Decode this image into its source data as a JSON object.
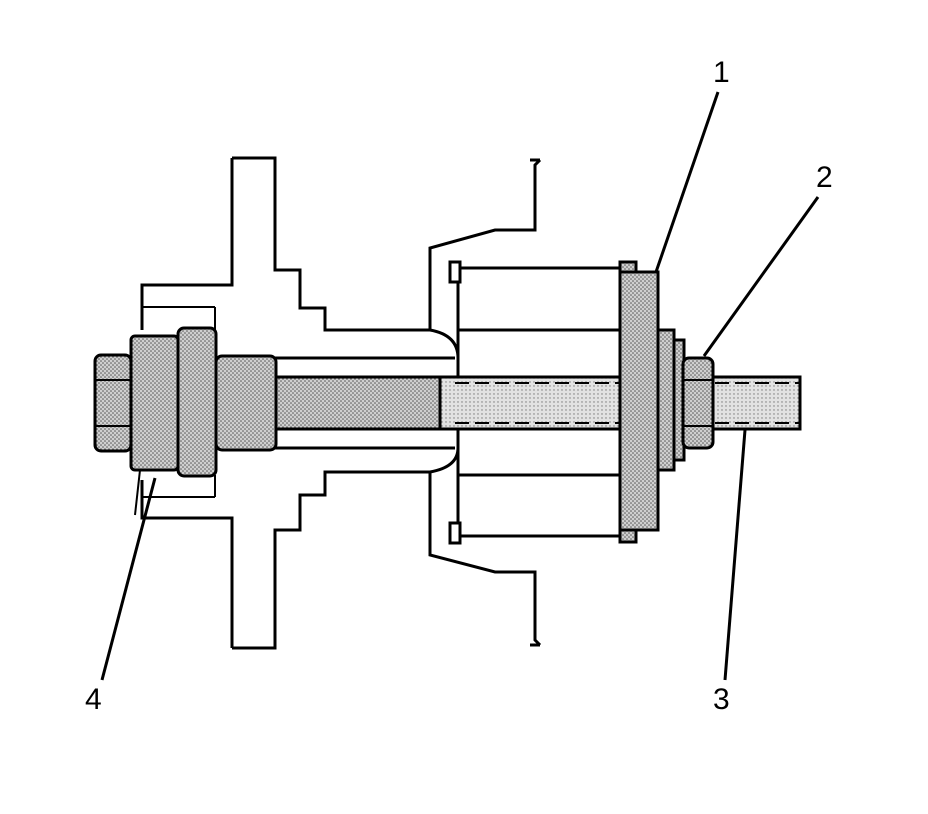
{
  "callouts": [
    {
      "id": "1",
      "label": "1"
    },
    {
      "id": "2",
      "label": "2"
    },
    {
      "id": "3",
      "label": "3"
    },
    {
      "id": "4",
      "label": "4"
    }
  ],
  "colors": {
    "line": "#000000",
    "background": "#ffffff",
    "stipple": "#9a9a9a"
  }
}
